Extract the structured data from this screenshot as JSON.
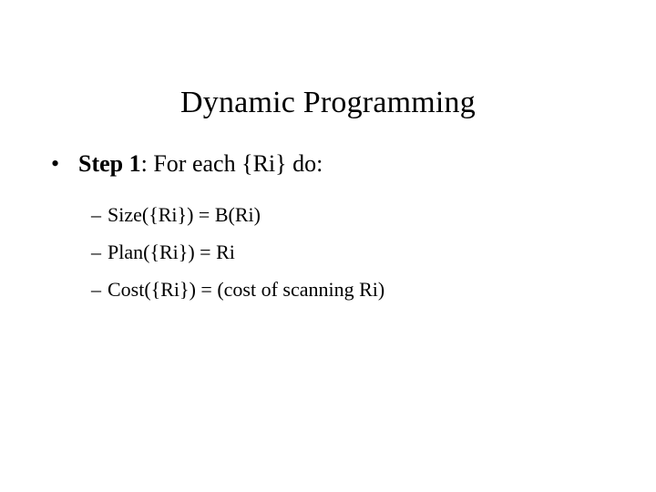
{
  "slide": {
    "title": "Dynamic Programming",
    "background_color": "#ffffff",
    "text_color": "#000000",
    "bullets": [
      {
        "level": 1,
        "marker": "•",
        "lead": "Step 1",
        "rest": ": For each {Ri} do:"
      },
      {
        "level": 2,
        "marker": "–",
        "text": "Size({Ri}) = B(Ri)"
      },
      {
        "level": 2,
        "marker": "–",
        "text": "Plan({Ri}) = Ri"
      },
      {
        "level": 2,
        "marker": "–",
        "text": "Cost({Ri}) = (cost of scanning Ri)"
      }
    ]
  }
}
